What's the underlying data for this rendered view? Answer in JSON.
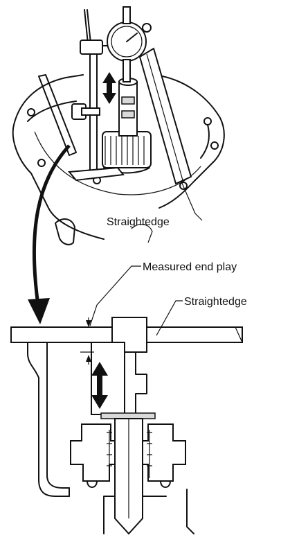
{
  "labels": {
    "straightedge_top": "Straightedge",
    "measured_end_play": "Measured end play",
    "straightedge_bottom": "Straightedge"
  },
  "colors": {
    "ink": "#111111",
    "paper": "#ffffff"
  }
}
